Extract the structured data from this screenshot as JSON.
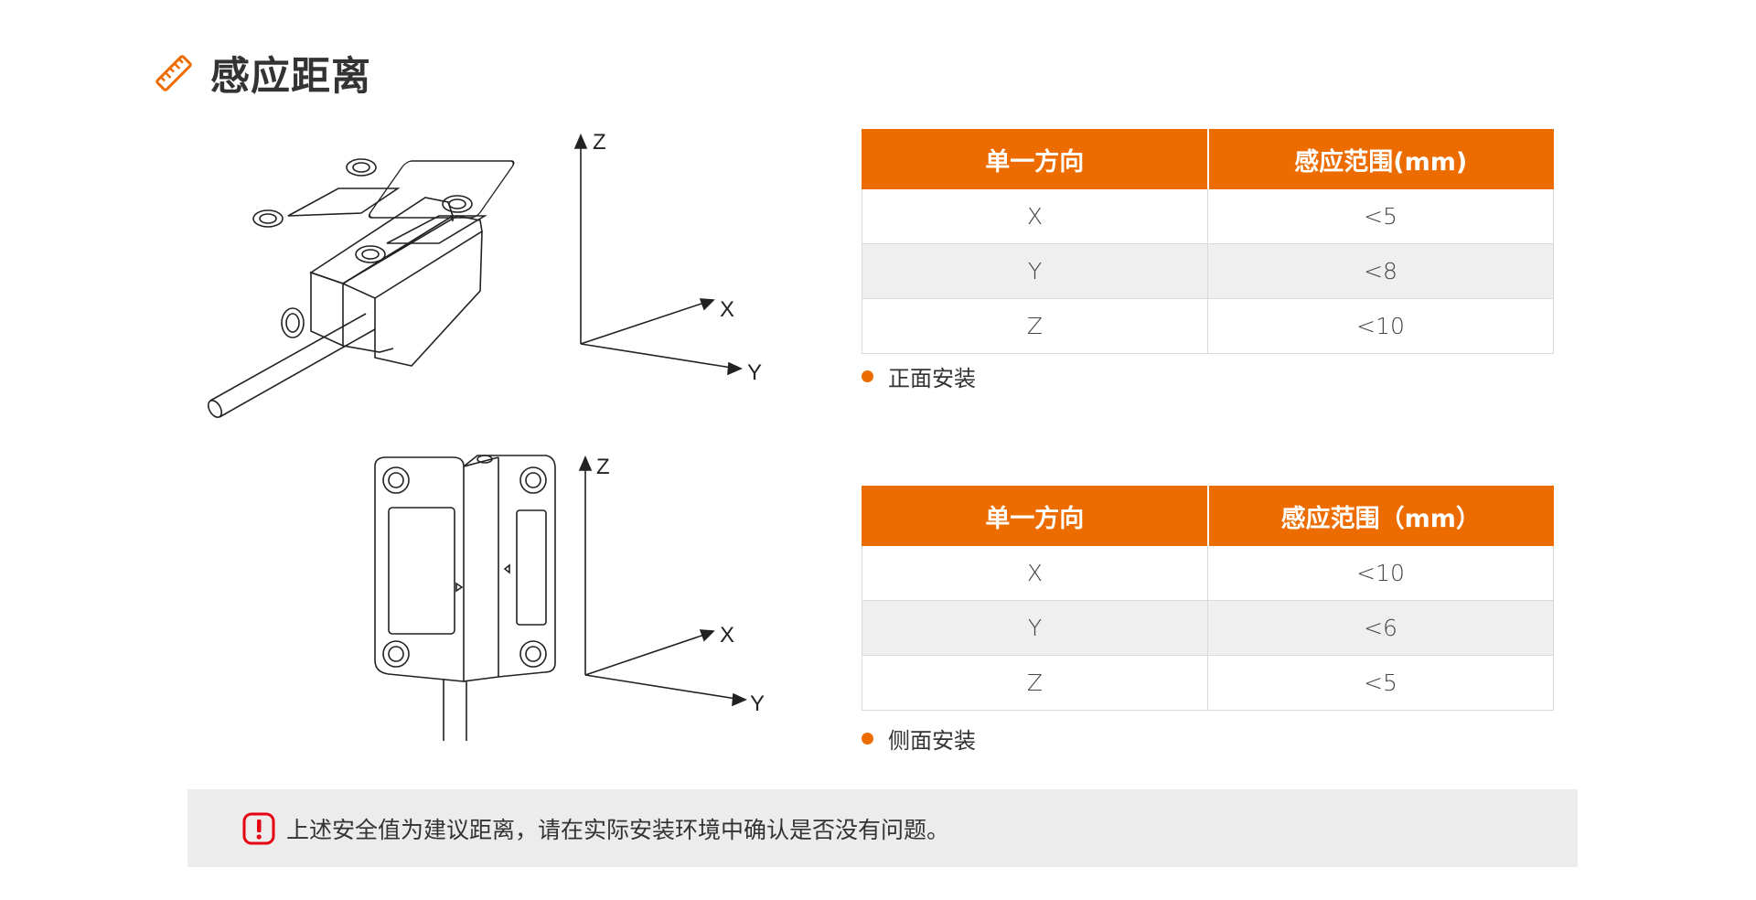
{
  "header": {
    "title": "感应距离",
    "icon": "ruler-icon",
    "accent_color": "#ed6c00"
  },
  "front": {
    "axes": {
      "z": "Z",
      "x": "X",
      "y": "Y"
    },
    "table": {
      "headers": [
        "单一方向",
        "感应范围(mm)"
      ],
      "rows": [
        [
          "X",
          "<5"
        ],
        [
          "Y",
          "<8"
        ],
        [
          "Z",
          "<10"
        ]
      ]
    },
    "note": "正面安装"
  },
  "side": {
    "axes": {
      "z": "Z",
      "x": "X",
      "y": "Y"
    },
    "table": {
      "headers": [
        "单一方向",
        "感应范围（mm）"
      ],
      "rows": [
        [
          "X",
          "<10"
        ],
        [
          "Y",
          "<6"
        ],
        [
          "Z",
          "<5"
        ]
      ]
    },
    "note": "侧面安装"
  },
  "warning": {
    "icon": "exclamation-icon",
    "text": "上述安全值为建议距离，请在实际安装环境中确认是否没有问题。"
  }
}
